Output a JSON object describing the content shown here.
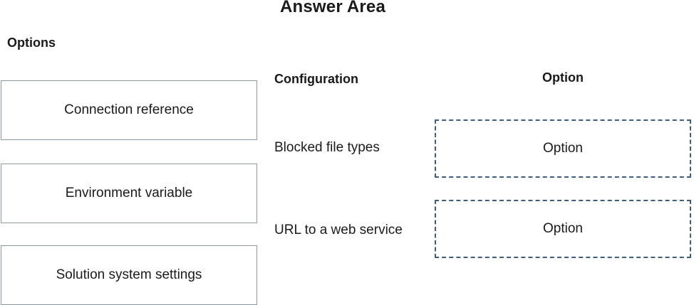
{
  "title": "Answer Area",
  "options_panel": {
    "header": "Options",
    "items": [
      {
        "label": "Connection reference"
      },
      {
        "label": "Environment variable"
      },
      {
        "label": "Solution system settings"
      }
    ]
  },
  "answer_area": {
    "config_header": "Configuration",
    "option_header": "Option",
    "rows": [
      {
        "label": "Blocked file types",
        "value": "Option"
      },
      {
        "label": "URL to a web service",
        "value": "Option"
      }
    ]
  },
  "colors": {
    "option_box_border": "#8a97a5",
    "drop_zone_border": "#3f5e7e",
    "text": "#1a1a1a",
    "background": "#ffffff"
  }
}
